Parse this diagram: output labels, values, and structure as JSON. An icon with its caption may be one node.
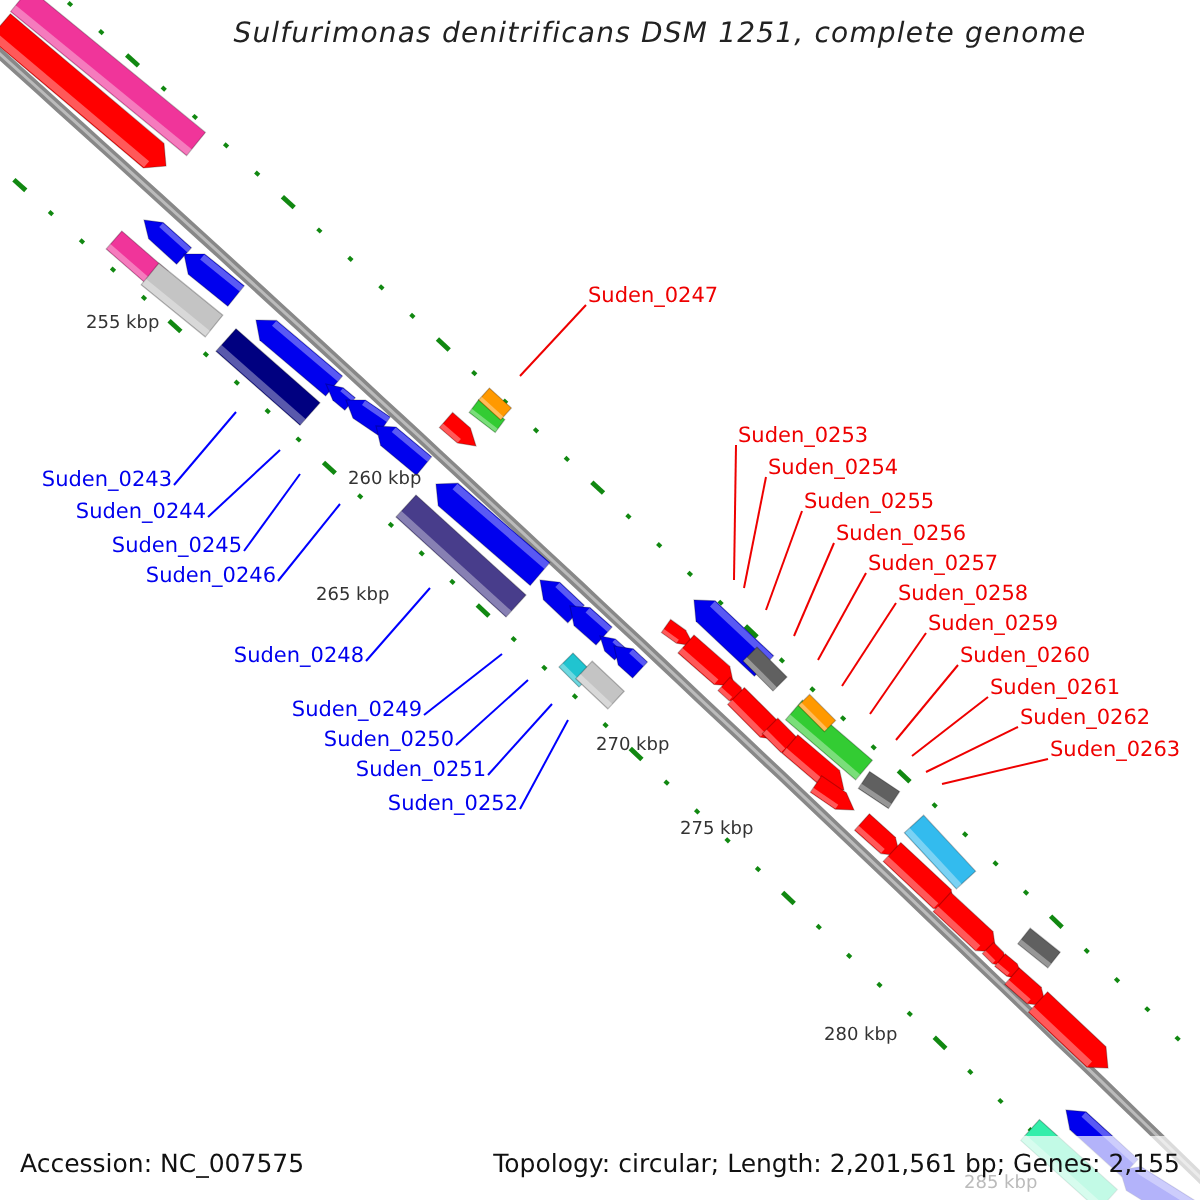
{
  "diagram": {
    "title": "Sulfurimonas denitrificans DSM 1251, complete genome",
    "nodes": [
      {
        "text": [
          "Suden_0243"
        ]
      },
      {
        "text": [
          "Suden_0244"
        ]
      },
      {
        "text": [
          "Suden_0245"
        ]
      },
      {
        "text": [
          "Suden_0246"
        ]
      },
      {
        "text": [
          "Suden_0247"
        ]
      },
      {
        "text": [
          "Suden_0248"
        ]
      },
      {
        "text": [
          "Suden_0249"
        ]
      },
      {
        "text": [
          "Suden_0250"
        ]
      },
      {
        "text": [
          "Suden_0251"
        ]
      },
      {
        "text": [
          "Suden_0252"
        ]
      },
      {
        "text": [
          "Suden_0253"
        ]
      },
      {
        "text": [
          "Suden_0254"
        ]
      },
      {
        "text": [
          "Suden_0255"
        ]
      },
      {
        "text": [
          "Suden_0256"
        ]
      },
      {
        "text": [
          "Suden_0257"
        ]
      },
      {
        "text": [
          "Suden_0258"
        ]
      },
      {
        "text": [
          "Suden_0259"
        ]
      },
      {
        "text": [
          "Suden_0260"
        ]
      },
      {
        "text": [
          "Suden_0261"
        ]
      },
      {
        "text": [
          "Suden_0262"
        ]
      },
      {
        "text": [
          "Suden_0263"
        ]
      }
    ],
    "edges": [
      {
        "from": 0,
        "to": null,
        "arrow": "none",
        "color": "#0000ff"
      },
      {
        "from": 1,
        "to": null,
        "arrow": "none",
        "color": "#0000ff"
      },
      {
        "from": 2,
        "to": null,
        "arrow": "none",
        "color": "#0000ff"
      },
      {
        "from": 3,
        "to": null,
        "arrow": "none",
        "color": "#0000ff"
      },
      {
        "from": 4,
        "to": null,
        "arrow": "none"
      },
      {
        "from": 5,
        "to": null,
        "arrow": "none",
        "color": "#0000ff"
      },
      {
        "from": 6,
        "to": null,
        "arrow": "none",
        "color": "#0000ff"
      },
      {
        "from": 7,
        "to": null,
        "arrow": "none",
        "color": "#0000ff"
      },
      {
        "from": 8,
        "to": null,
        "arrow": "none",
        "color": "#0000ff"
      },
      {
        "from": 9,
        "to": null,
        "arrow": "none",
        "color": "#0000ff"
      },
      {
        "from": 10,
        "to": null,
        "arrow": "none"
      },
      {
        "from": 11,
        "to": null,
        "arrow": "none"
      },
      {
        "from": 12,
        "to": null,
        "arrow": "none"
      },
      {
        "from": 13,
        "to": null,
        "arrow": "none"
      },
      {
        "from": 14,
        "to": null,
        "arrow": "none"
      },
      {
        "from": 15,
        "to": null,
        "arrow": "none"
      },
      {
        "from": 16,
        "to": null,
        "arrow": "none"
      },
      {
        "from": 17,
        "to": null,
        "arrow": "none"
      },
      {
        "from": 18,
        "to": null,
        "arrow": "none"
      },
      {
        "from": 19,
        "to": null,
        "arrow": "none"
      },
      {
        "from": 20,
        "to": null,
        "arrow": "none"
      }
    ],
    "labels": [
      "255 kbp",
      "260 kbp",
      "265 kbp",
      "270 kbp",
      "275 kbp",
      "280 kbp",
      "285 kbp",
      "Accession: NC_007575",
      "Topology: circular; Length: 2,201,561 bp; Genes: 2,155"
    ]
  }
}
